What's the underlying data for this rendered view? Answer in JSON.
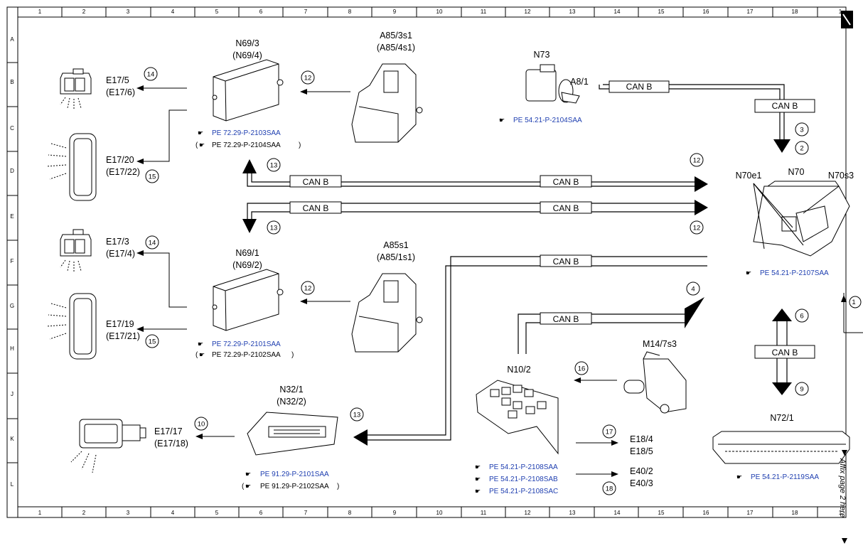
{
  "grid": {
    "columns": [
      "1",
      "2",
      "3",
      "4",
      "5",
      "6",
      "7",
      "8",
      "9",
      "10",
      "11",
      "12",
      "13",
      "14",
      "15",
      "16",
      "17",
      "18",
      "1"
    ],
    "rows": [
      "A",
      "B",
      "C",
      "D",
      "E",
      "F",
      "G",
      "H",
      "J",
      "K",
      "L"
    ]
  },
  "bus_label": "CAN B",
  "components": {
    "n69_3": "N69/3",
    "n69_4": "(N69/4)",
    "a85_3s1": "A85/3s1",
    "a85_4s1": "(A85/4s1)",
    "n73": "N73",
    "a8_1": "A8/1",
    "e17_5": "E17/5",
    "e17_6": "(E17/6)",
    "e17_20": "E17/20",
    "e17_22": "(E17/22)",
    "n70": "N70",
    "n70e1": "N70e1",
    "n70s3": "N70s3",
    "e17_3": "E17/3",
    "e17_4": "(E17/4)",
    "n69_1": "N69/1",
    "n69_2": "(N69/2)",
    "a85s1": "A85s1",
    "a85_1s1": "(A85/1s1)",
    "e17_19": "E17/19",
    "e17_21": "(E17/21)",
    "m14_7s3": "M14/7s3",
    "n10_2": "N10/2",
    "n32_1": "N32/1",
    "n32_2": "(N32/2)",
    "e17_17": "E17/17",
    "e17_18": "(E17/18)",
    "e18_4": "E18/4",
    "e18_5": "E18/5",
    "e40_2": "E40/2",
    "e40_3": "E40/3",
    "n72_1": "N72/1"
  },
  "refs": {
    "r1": "PE 72.29-P-2103SAA",
    "r2": "PE 72.29-P-2104SAA",
    "r3": "PE 54.21-P-2104SAA",
    "r4": "PE 54.21-P-2107SAA",
    "r5": "PE 72.29-P-2101SAA",
    "r6": "PE 72.29-P-2102SAA",
    "r7": "PE 91.29-P-2101SAA",
    "r8": "PE 91.29-P-2102SAA",
    "r9": "PE 54.21-P-2108SAA",
    "r10": "PE 54.21-P-2108SAB",
    "r11": "PE 54.21-P-2108SAC",
    "r12": "PE 54.21-P-2119SAA"
  },
  "ref_icon": "pointing-hand-icon",
  "colors": {
    "link_blue": "#1f3fb0",
    "line": "#000000"
  },
  "circles": {
    "c14a": "14",
    "c12a": "12",
    "c15a": "15",
    "c13a": "13",
    "c12b": "12",
    "c3": "3",
    "c2": "2",
    "c13b": "13",
    "c12c": "12",
    "c14b": "14",
    "c12d": "12",
    "c4": "4",
    "c6": "6",
    "c15b": "15",
    "c16": "16",
    "c9": "9",
    "c10": "10",
    "c13c": "13",
    "c17": "17",
    "c18": "18"
  },
  "affix_note": "Affix page 2 here",
  "right_edge_marker": "1"
}
